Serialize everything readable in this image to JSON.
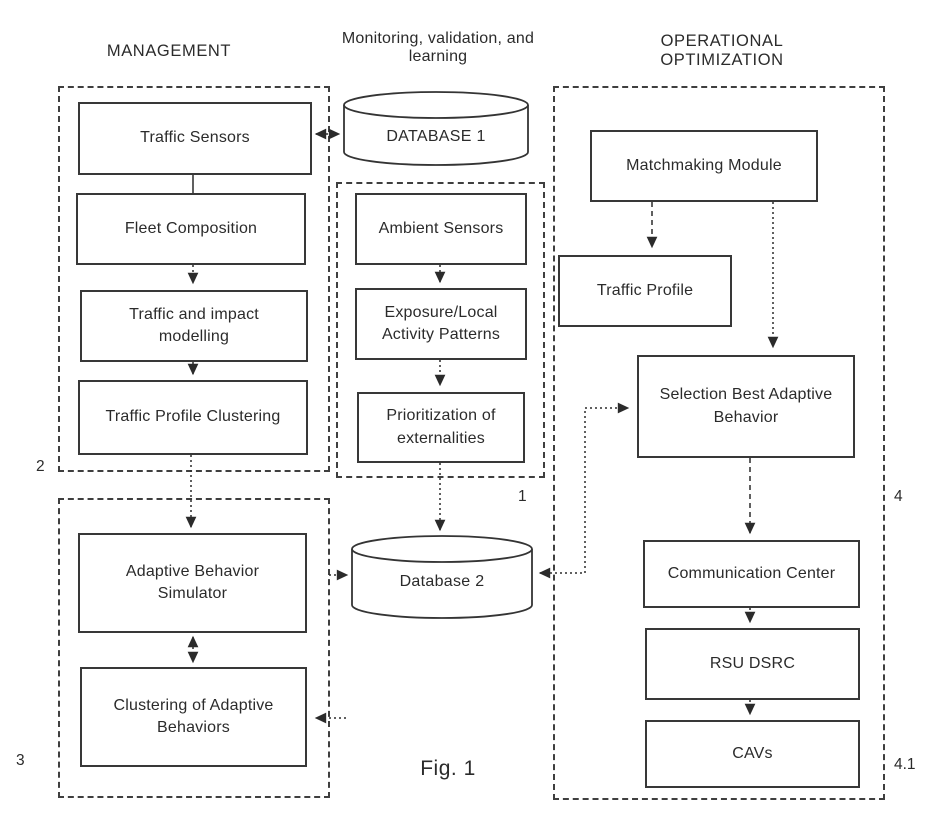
{
  "titles": {
    "management": "MANAGEMENT",
    "monitoring_line1": "Monitoring, validation, and",
    "monitoring_line2": "learning",
    "operational_line1": "OPERATIONAL",
    "operational_line2": "OPTIMIZATION"
  },
  "refs": {
    "management_group": "2",
    "monitoring_group": "1",
    "simulation_group": "3",
    "operational_group": "4",
    "operational_sub": "4.1"
  },
  "nodes": {
    "traffic_sensors": "Traffic Sensors",
    "fleet_composition": "Fleet Composition",
    "traffic_impact_modelling": "Traffic and impact modelling",
    "traffic_profile_clustering": "Traffic Profile Clustering",
    "database1": "DATABASE 1",
    "ambient_sensors": "Ambient Sensors",
    "exposure_patterns": "Exposure/Local Activity Patterns",
    "prioritization": "Prioritization of externalities",
    "adaptive_behavior_simulator": "Adaptive Behavior Simulator",
    "clustering_adaptive_behaviors": "Clustering of Adaptive Behaviors",
    "database2": "Database 2",
    "matchmaking_module": "Matchmaking Module",
    "traffic_profile": "Traffic Profile",
    "selection_best_adaptive": "Selection Best Adaptive Behavior",
    "communication_center": "Communication Center",
    "rsu_dsrc": "RSU DSRC",
    "cavs": "CAVs"
  },
  "fig_label": "Fig. 1",
  "colors": {
    "line": "#2b2b2b",
    "background": "#ffffff"
  },
  "connectors": [
    {
      "from": "traffic_sensors",
      "to": "database1",
      "direction": "both",
      "style": "dotted"
    },
    {
      "from": "traffic_sensors",
      "to": "fleet_composition",
      "direction": "none",
      "style": "solid"
    },
    {
      "from": "fleet_composition",
      "to": "traffic_impact_modelling",
      "direction": "forward",
      "style": "dotted"
    },
    {
      "from": "traffic_impact_modelling",
      "to": "traffic_profile_clustering",
      "direction": "forward",
      "style": "dotted"
    },
    {
      "from": "traffic_profile_clustering",
      "to": "adaptive_behavior_simulator",
      "direction": "forward",
      "style": "dotted"
    },
    {
      "from": "ambient_sensors",
      "to": "exposure_patterns",
      "direction": "forward",
      "style": "dotted"
    },
    {
      "from": "exposure_patterns",
      "to": "prioritization",
      "direction": "forward",
      "style": "dotted"
    },
    {
      "from": "prioritization",
      "to": "database2",
      "direction": "forward",
      "style": "dotted"
    },
    {
      "from": "adaptive_behavior_simulator",
      "to": "database2",
      "direction": "forward",
      "style": "dotted"
    },
    {
      "from": "database2",
      "to": "clustering_adaptive_behaviors",
      "direction": "forward",
      "style": "dotted"
    },
    {
      "from": "adaptive_behavior_simulator",
      "to": "clustering_adaptive_behaviors",
      "direction": "both",
      "style": "dotted"
    },
    {
      "from": "matchmaking_module",
      "to": "traffic_profile",
      "direction": "forward",
      "style": "dashed"
    },
    {
      "from": "matchmaking_module",
      "to": "selection_best_adaptive",
      "direction": "forward",
      "style": "dotted"
    },
    {
      "from": "database2",
      "to": "selection_best_adaptive",
      "direction": "both",
      "style": "dotted"
    },
    {
      "from": "selection_best_adaptive",
      "to": "communication_center",
      "direction": "forward",
      "style": "dashed"
    },
    {
      "from": "communication_center",
      "to": "rsu_dsrc",
      "direction": "forward",
      "style": "dotted"
    },
    {
      "from": "rsu_dsrc",
      "to": "cavs",
      "direction": "forward",
      "style": "dotted"
    }
  ]
}
